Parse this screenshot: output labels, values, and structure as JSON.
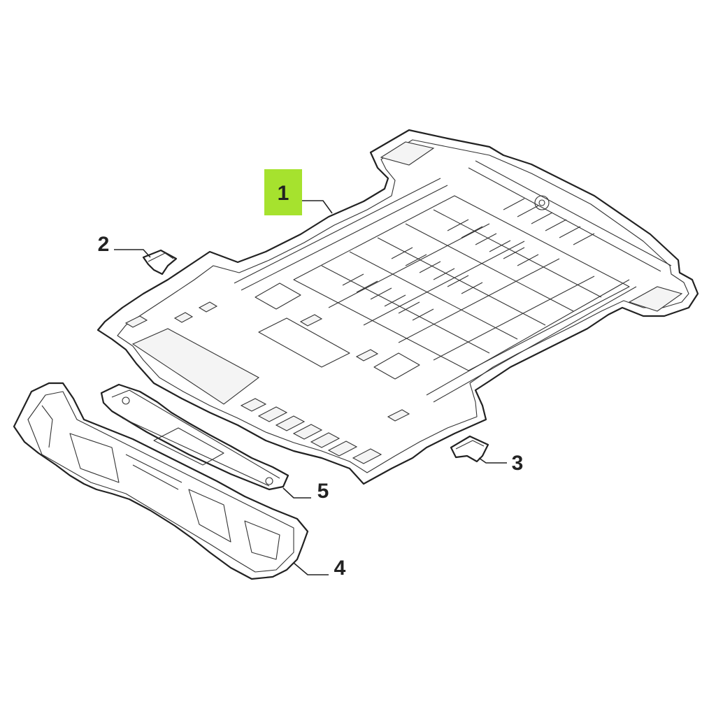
{
  "diagram": {
    "highlight_color": "#a6e22e",
    "line_color": "#222222",
    "background": "#ffffff",
    "callouts": [
      {
        "id": "1",
        "label": "1",
        "part": "rear-floor-panel",
        "highlighted": true
      },
      {
        "id": "2",
        "label": "2",
        "part": "left-mounting-bracket",
        "highlighted": false
      },
      {
        "id": "3",
        "label": "3",
        "part": "right-mounting-bracket",
        "highlighted": false
      },
      {
        "id": "4",
        "label": "4",
        "part": "rear-cross-member",
        "highlighted": false
      },
      {
        "id": "5",
        "label": "5",
        "part": "reinforcement-bar",
        "highlighted": false
      }
    ]
  }
}
